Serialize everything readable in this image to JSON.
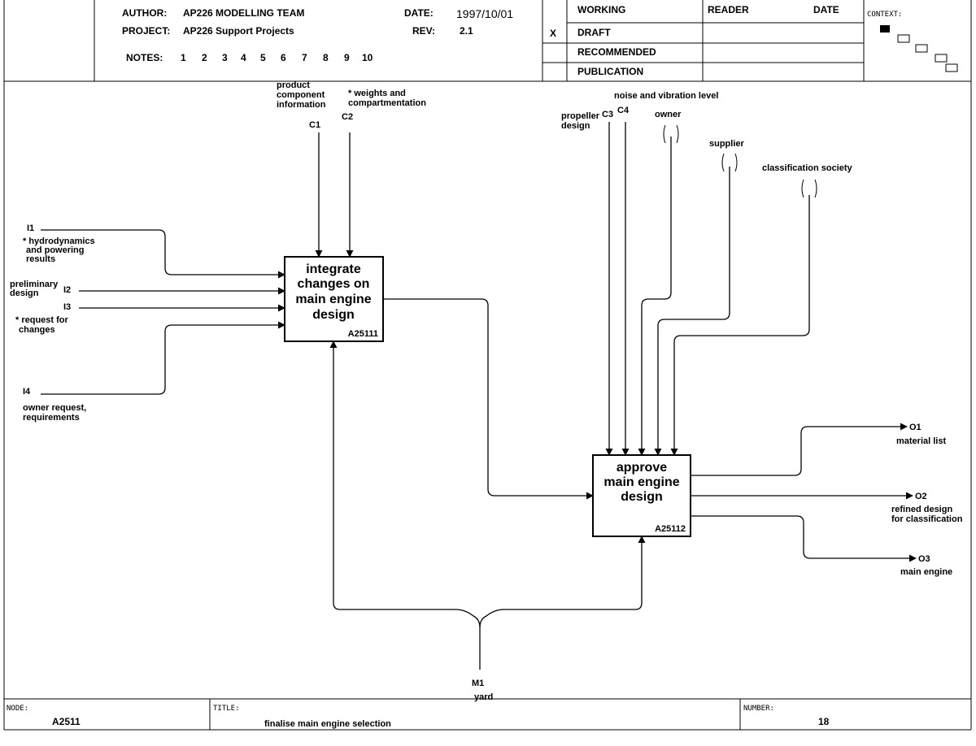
{
  "header": {
    "author_label": "AUTHOR:",
    "author": "AP226  MODELLING TEAM",
    "project_label": "PROJECT:",
    "project": "AP226 Support Projects",
    "notes_label": "NOTES:",
    "notes": [
      "1",
      "2",
      "3",
      "4",
      "5",
      "6",
      "7",
      "8",
      "9",
      "10"
    ],
    "date_label": "DATE:",
    "date": "1997/10/01",
    "rev_label": "REV:",
    "rev": "2.1",
    "status_mark": "X",
    "status": [
      "WORKING",
      "DRAFT",
      "RECOMMENDED",
      "PUBLICATION"
    ],
    "reader_label": "READER",
    "reader_date_label": "DATE",
    "context_label": "CONTEXT:"
  },
  "footer": {
    "node_label": "NODE:",
    "node": "A2511",
    "title_label": "TITLE:",
    "title": "finalise main engine selection",
    "number_label": "NUMBER:",
    "number": "18"
  },
  "boxes": {
    "box1": {
      "lines": [
        "integrate",
        "changes on",
        "main engine",
        "design"
      ],
      "id": "A25111"
    },
    "box2": {
      "lines": [
        "approve",
        "main engine",
        "design"
      ],
      "id": "A25112"
    }
  },
  "inputs": {
    "i1": {
      "code": "I1",
      "lines": [
        "* hydrodynamics",
        "and powering",
        "results"
      ]
    },
    "i2": {
      "code": "I2",
      "lines": [
        "preliminary",
        "design"
      ]
    },
    "i3": {
      "code": "I3",
      "lines": [
        "* request for",
        "changes"
      ]
    },
    "i4": {
      "code": "I4",
      "lines": [
        "owner request,",
        "requirements"
      ]
    }
  },
  "controls": {
    "c1": {
      "code": "C1",
      "lines": [
        "product",
        "component",
        "information"
      ]
    },
    "c2": {
      "code": "C2",
      "lines": [
        "* weights and",
        "compartmentation"
      ]
    },
    "c3": {
      "code": "C3",
      "lines": [
        "propeller",
        "design"
      ]
    },
    "c4": {
      "code": "C4",
      "label": "noise and vibration level"
    },
    "owner": {
      "label": "owner"
    },
    "supplier": {
      "label": "supplier"
    },
    "class": {
      "label": "classification society"
    }
  },
  "outputs": {
    "o1": {
      "code": "O1",
      "lines": [
        "material list"
      ]
    },
    "o2": {
      "code": "O2",
      "lines": [
        "refined design",
        "for classification"
      ]
    },
    "o3": {
      "code": "O3",
      "lines": [
        "main engine"
      ]
    }
  },
  "mechanism": {
    "code": "M1",
    "label": "yard"
  }
}
